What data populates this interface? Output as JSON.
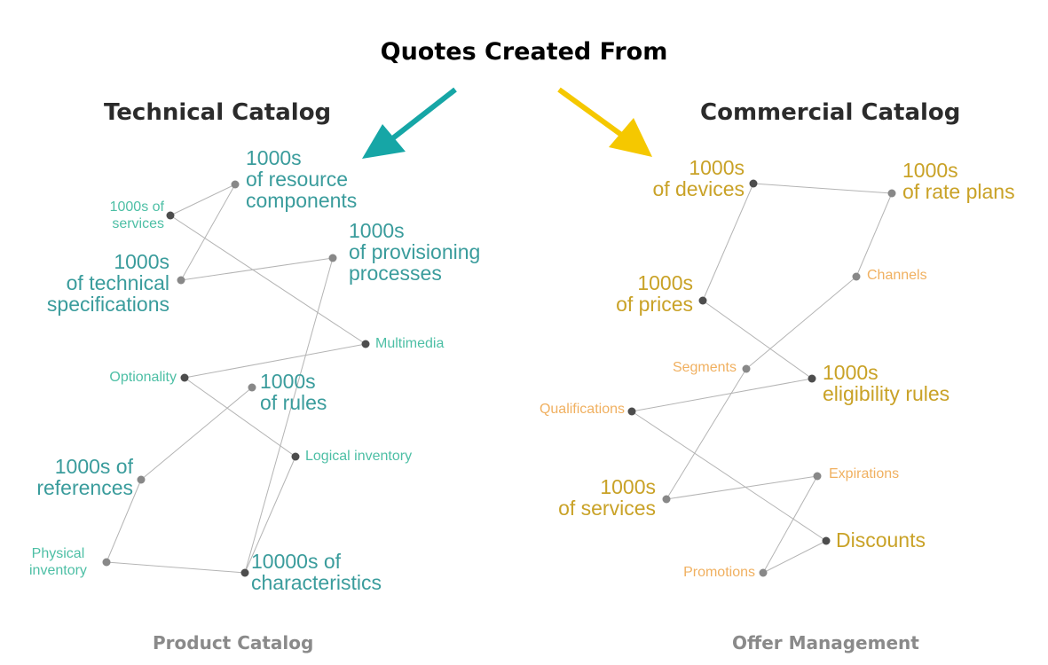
{
  "title": "Quotes Created From",
  "technical": {
    "heading": "Technical Catalog",
    "footer": "Product Catalog",
    "nodes": {
      "services": "1000s of\nservices",
      "resource": "1000s\nof resource\ncomponents",
      "tech_specs": "1000s\nof technical\nspecifications",
      "provisioning": "1000s\nof provisioning\nprocesses",
      "multimedia": "Multimedia",
      "optionality": "Optionality",
      "rules": "1000s\nof rules",
      "logical": "Logical inventory",
      "references": "1000s of\nreferences",
      "physical": "Physical\ninventory",
      "characteristics": "10000s of\ncharacteristics"
    }
  },
  "commercial": {
    "heading": "Commercial Catalog",
    "footer": "Offer Management",
    "nodes": {
      "devices": "1000s\nof devices",
      "rate_plans": "1000s\nof rate plans",
      "channels": "Channels",
      "prices": "1000s\nof prices",
      "segments": "Segments",
      "eligibility": "1000s\neligibility rules",
      "qualifications": "Qualifications",
      "services": "1000s\nof services",
      "expirations": "Expirations",
      "discounts": "Discounts",
      "promotions": "Promotions"
    }
  },
  "colors": {
    "teal_arrow": "#16a6a6",
    "yellow_arrow": "#f5c800",
    "teal_big": "#3a9c9c",
    "teal_small": "#4dbfa5",
    "gold_big": "#c9a227",
    "gold_small": "#f0b060",
    "line": "#aaaaaa",
    "dot": "#6e6e6e"
  }
}
